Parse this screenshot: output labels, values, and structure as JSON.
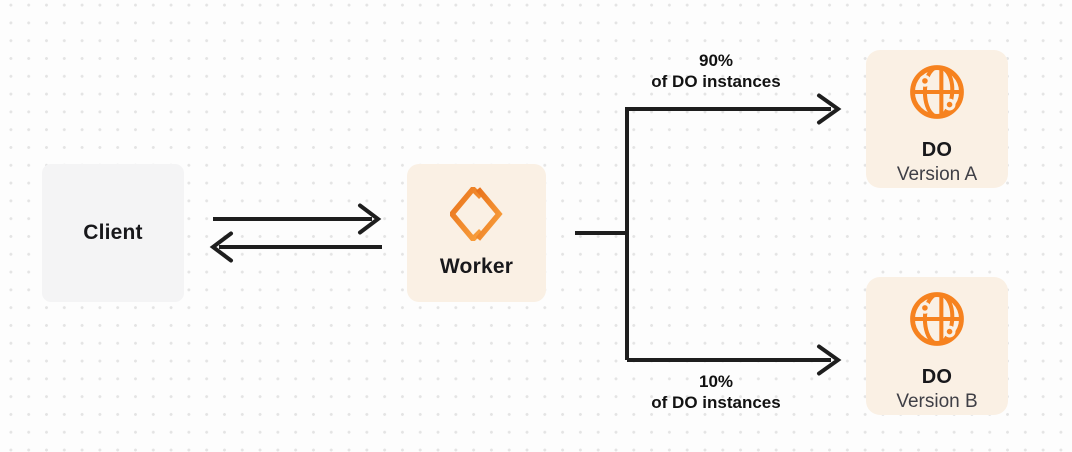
{
  "canvas": {
    "background_color": "#FDFDFD",
    "background_dot_color": "#E4E4E4"
  },
  "colors": {
    "brand_orange": "#F6821F",
    "orange_grad_start": "#E8721B",
    "orange_grad_end": "#F9A13E",
    "cream_box": "#FAF0E4",
    "gray_box": "#F4F4F5",
    "connector": "#1E1E1E",
    "text_primary": "#18181B",
    "text_secondary": "#3F3F46"
  },
  "nodes": {
    "client": {
      "label": "Client"
    },
    "worker": {
      "label": "Worker",
      "icon": "cloudflare-workers-icon"
    },
    "do_version_a": {
      "title": "DO",
      "subtitle": "Version A",
      "icon": "durable-object-globe-icon"
    },
    "do_version_b": {
      "title": "DO",
      "subtitle": "Version B",
      "icon": "durable-object-globe-icon"
    }
  },
  "edges": {
    "split_top": {
      "percent": "90%",
      "caption": "of DO instances"
    },
    "split_bottom": {
      "percent": "10%",
      "caption": "of DO instances"
    }
  }
}
